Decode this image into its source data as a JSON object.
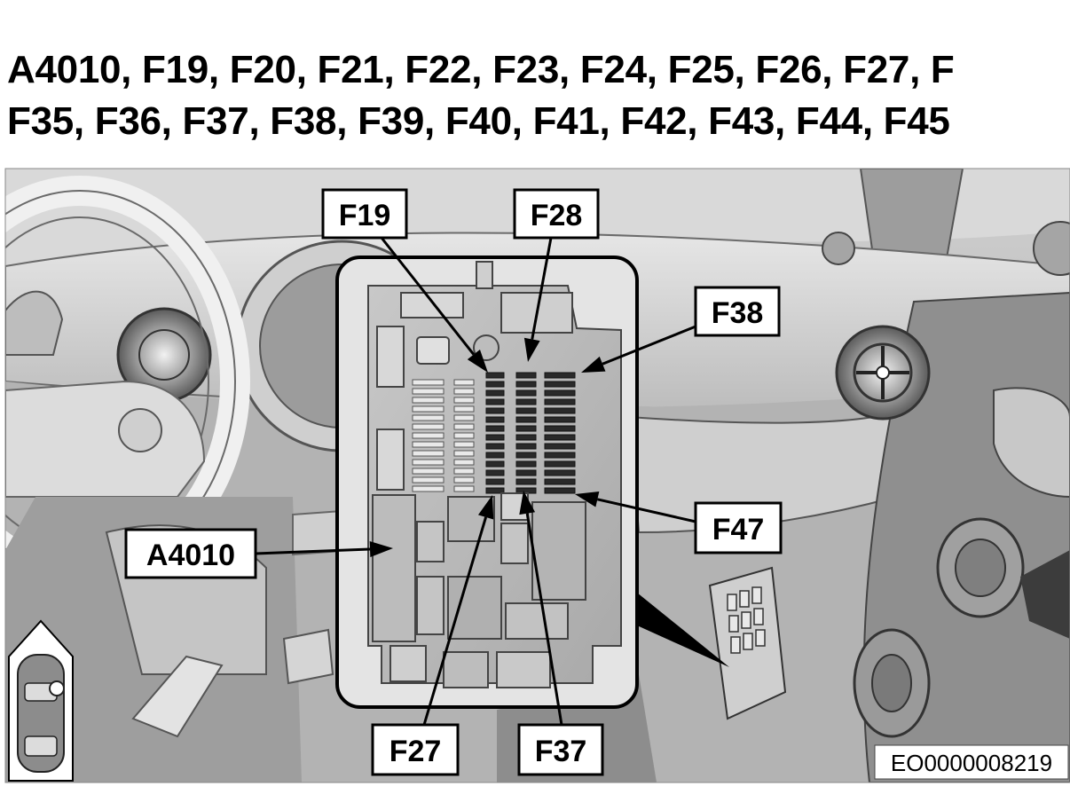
{
  "heading": {
    "line1": "A4010, F19, F20, F21, F22, F23, F24, F25, F26, F27, F",
    "line2": "F35, F36, F37, F38, F39, F40, F41, F42, F43, F44, F45"
  },
  "callouts": {
    "F19": "F19",
    "F28": "F28",
    "F38": "F38",
    "F47": "F47",
    "A4010": "A4010",
    "F27": "F27",
    "F37": "F37"
  },
  "figure_code": "EO0000008219"
}
